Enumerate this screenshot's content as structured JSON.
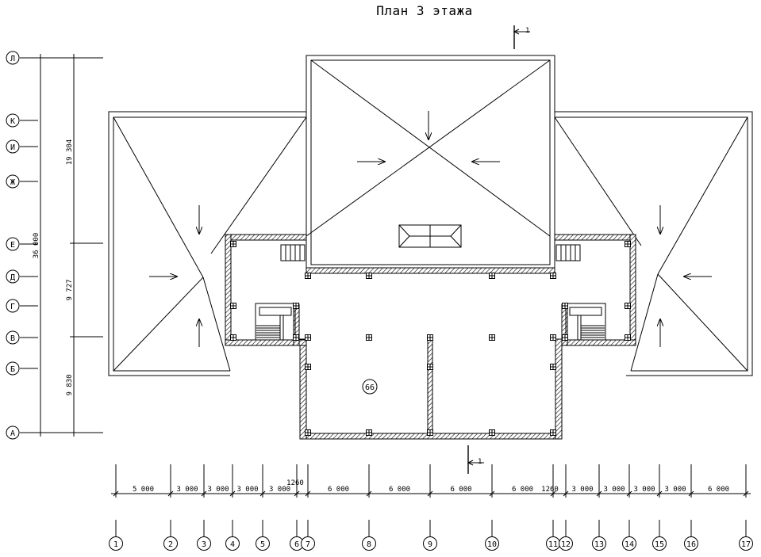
{
  "title": "План 3 этажа",
  "room_label": "66",
  "section_label": "1",
  "axes_letters": [
    {
      "label": "Л",
      "v": 0
    },
    {
      "label": "К",
      "v": 1
    },
    {
      "label": "И",
      "v": 2
    },
    {
      "label": "Ж",
      "v": 3
    },
    {
      "label": "Е",
      "v": 4
    },
    {
      "label": "Д",
      "v": 5
    },
    {
      "label": "Г",
      "v": 6
    },
    {
      "label": "В",
      "v": 7
    },
    {
      "label": "Б",
      "v": 8
    },
    {
      "label": "А",
      "v": 9
    }
  ],
  "axes_numbers": [
    {
      "label": "1",
      "i": 0
    },
    {
      "label": "2",
      "i": 1
    },
    {
      "label": "3",
      "i": 2
    },
    {
      "label": "4",
      "i": 3
    },
    {
      "label": "5",
      "i": 4
    },
    {
      "label": "6",
      "i": 5
    },
    {
      "label": "7",
      "i": 6
    },
    {
      "label": "8",
      "i": 7
    },
    {
      "label": "9",
      "i": 8
    },
    {
      "label": "10",
      "i": 9
    },
    {
      "label": "11",
      "i": 10
    },
    {
      "label": "12",
      "i": 11
    },
    {
      "label": "13",
      "i": 12
    },
    {
      "label": "14",
      "i": 13
    },
    {
      "label": "15",
      "i": 14
    },
    {
      "label": "16",
      "i": 15
    },
    {
      "label": "17",
      "i": 16
    }
  ],
  "horizontal_dims": [
    "5 000",
    "3 000",
    "3 000",
    "3 000",
    "3 000",
    "1260",
    "6 000",
    "6 000",
    "6 000",
    "6 000",
    "1260",
    "3 000",
    "3 000",
    "3 000",
    "3 000",
    "6 000"
  ],
  "vertical_dims": {
    "total": "36 000",
    "upper": "19 304",
    "middle": "9 727",
    "lower": "9 830"
  }
}
